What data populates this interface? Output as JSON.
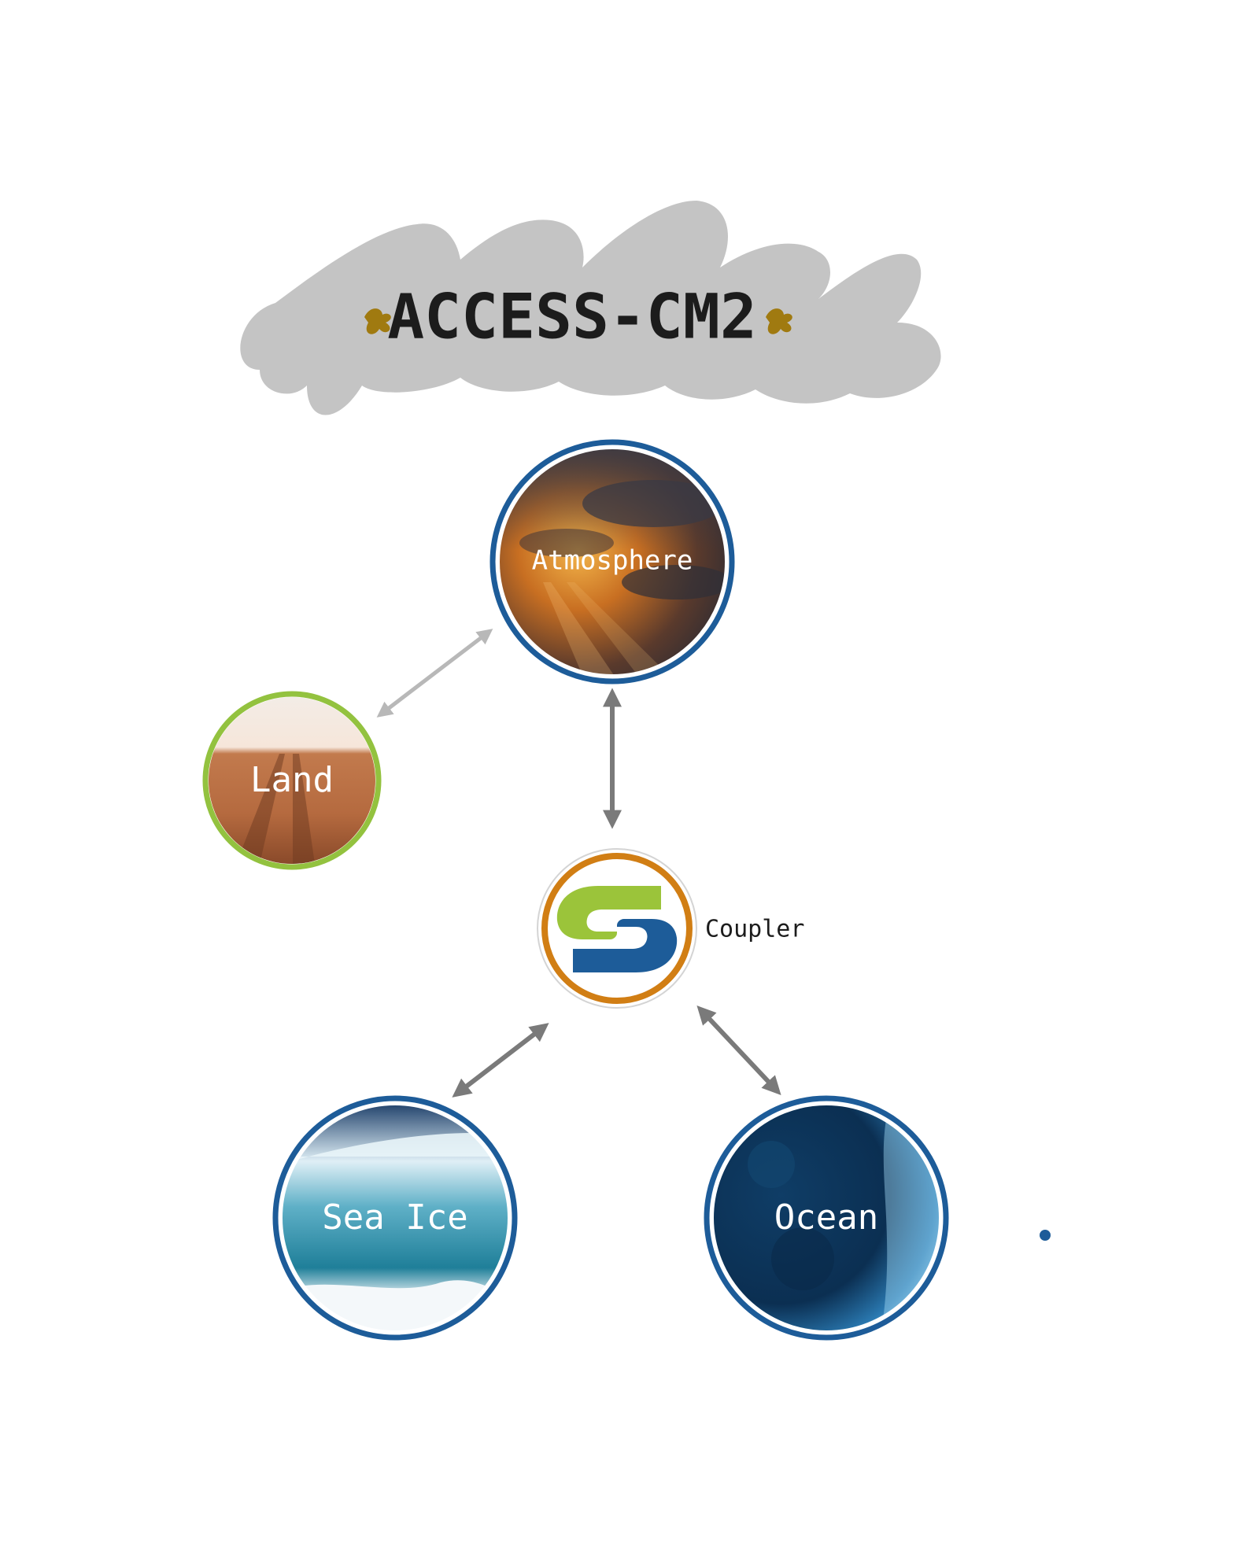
{
  "title": "ACCESS-CM2",
  "nodes": {
    "atmosphere": {
      "label": "Atmosphere"
    },
    "land": {
      "label": "Land"
    },
    "coupler": {
      "label": "Coupler"
    },
    "sea_ice": {
      "label": "Sea Ice"
    },
    "ocean": {
      "label": "Ocean"
    }
  },
  "colors": {
    "title_cloud": "#c4c4c4",
    "title_text": "#1c1c1c",
    "title_ornament": "#a07a10",
    "blue_ring": "#1d5c99",
    "green_ring": "#93c23f",
    "orange_ring": "#d17e14",
    "arrow_dark": "#7a7a7a",
    "arrow_light": "#b8b8b8",
    "logo_green": "#9bc43a",
    "logo_blue": "#1d5c99",
    "dot": "#1d5c99"
  },
  "icons": {
    "title_ornaments": "leaf-ornament-icon",
    "coupler_logo": "s-logo-icon"
  }
}
